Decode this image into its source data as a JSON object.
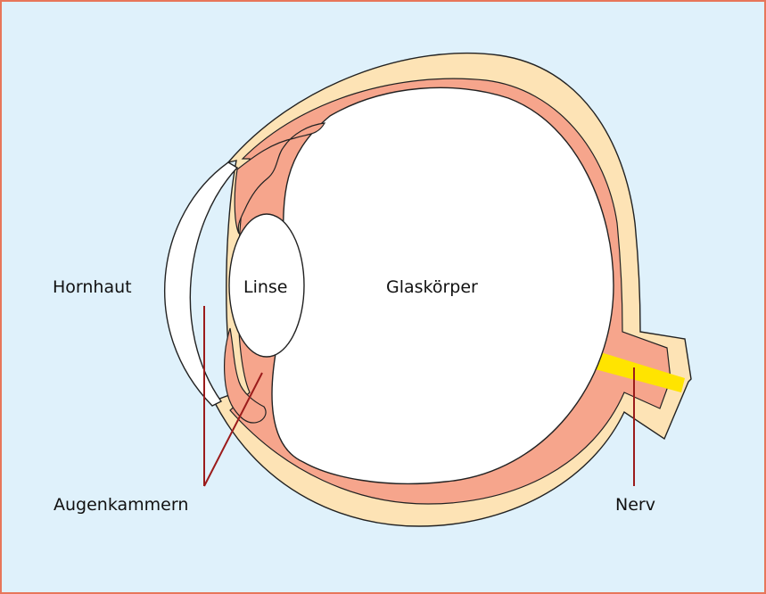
{
  "labels": {
    "hornhaut": "Hornhaut",
    "linse": "Linse",
    "glaskoerper": "Glaskörper",
    "augenkammern": "Augenkammern",
    "nerv": "Nerv"
  },
  "colors": {
    "background": "#dff1fb",
    "frame_border": "#e8765a",
    "sclera": "#fde3b5",
    "choroid": "#f6a58c",
    "white": "#ffffff",
    "nerve": "#ffe400",
    "leader_line": "#9b1b1b",
    "outline": "#222222"
  }
}
